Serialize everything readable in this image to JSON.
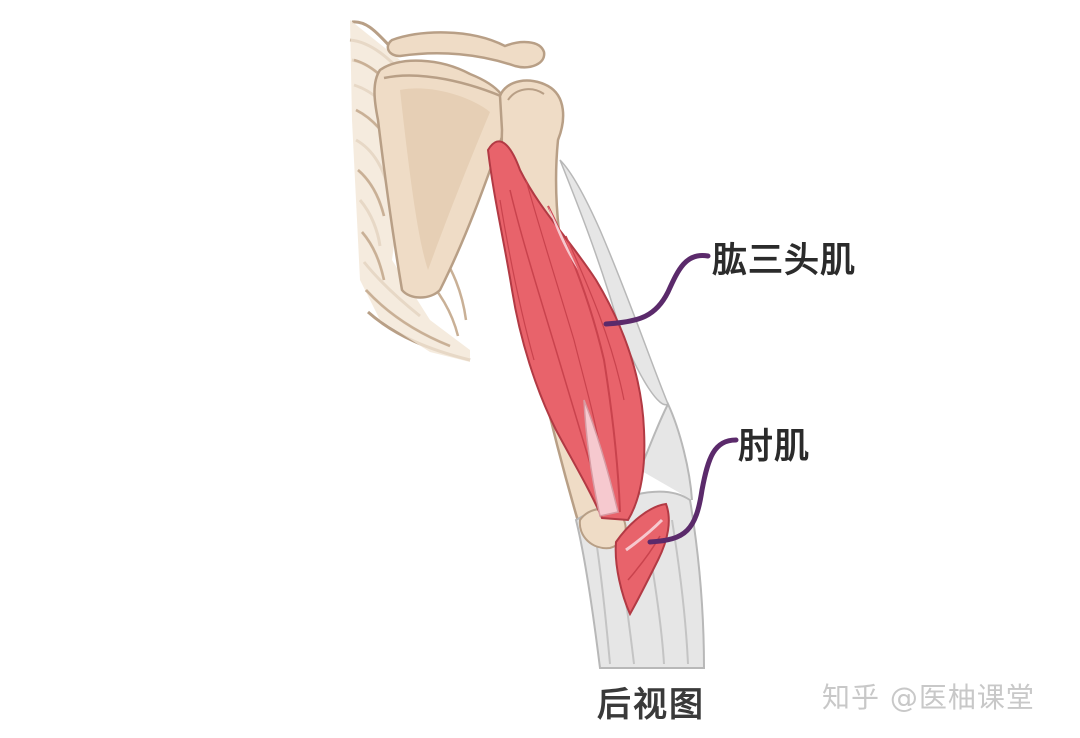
{
  "labels": {
    "triceps": "肱三头肌",
    "anconeus": "肘肌",
    "view": "后视图"
  },
  "watermark": "知乎 @医柚课堂",
  "colors": {
    "bone": "#efdcc6",
    "bone_shadow": "#dcc2a6",
    "bone_outline": "#b89f86",
    "muscle": "#e8636b",
    "muscle_dark": "#c9434d",
    "tendon": "#f6c9cf",
    "forearm": "#e4e4e4",
    "forearm_line": "#b8b8b8",
    "leader_line": "#5b2a6b"
  }
}
